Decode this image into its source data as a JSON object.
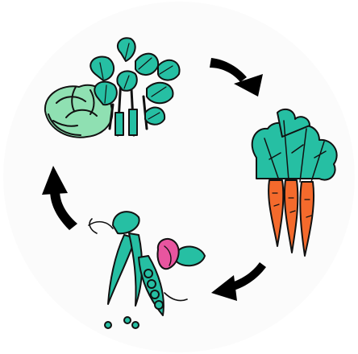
{
  "diagram": {
    "kind": "crop-rotation-cycle",
    "stages": [
      {
        "id": "cabbage-and-leafy-greens",
        "icon": "cabbage-icon"
      },
      {
        "id": "carrots",
        "icon": "carrot-icon"
      },
      {
        "id": "peas-and-beans",
        "icon": "pea-pod-icon"
      }
    ],
    "arrows": [
      "arrow-to-carrots",
      "arrow-to-peas",
      "arrow-to-cabbage"
    ],
    "colors": {
      "background": "#fbfbfb",
      "leaf": "#26bfa3",
      "leaf_light": "#8fe0b2",
      "carrot": "#f46a2c",
      "pink": "#e8559f",
      "outline": "#111111",
      "arrow": "#000000"
    }
  }
}
